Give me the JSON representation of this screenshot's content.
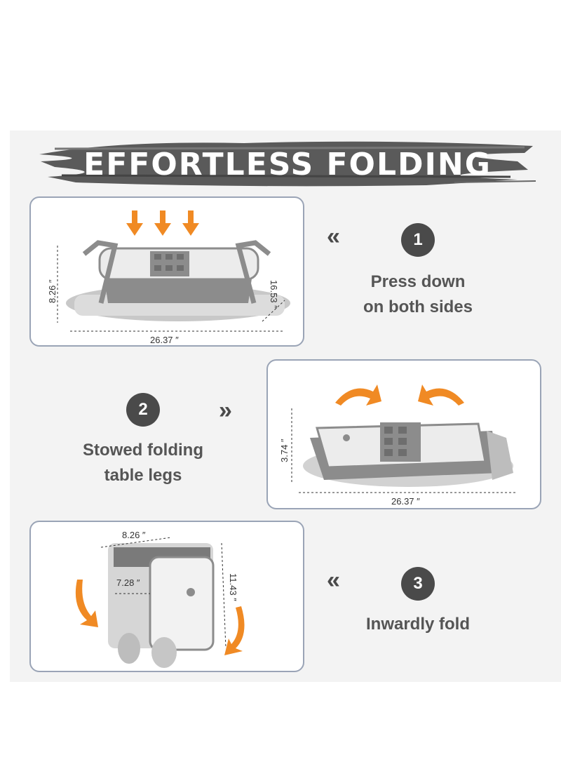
{
  "banner": {
    "title": "EFFORTLESS FOLDING"
  },
  "steps": [
    {
      "number": "1",
      "line1": "Press down",
      "line2": "on both sides",
      "chevron": "«"
    },
    {
      "number": "2",
      "line1": "Stowed folding",
      "line2": "table legs",
      "chevron": "»"
    },
    {
      "number": "3",
      "line1": "Inwardly fold",
      "chevron": "«"
    }
  ],
  "dimensions": {
    "card1": {
      "height": "8.26 ″",
      "width": "26.37 ″",
      "depth": "16.53 ″"
    },
    "card2": {
      "height": "3.74 ″",
      "width": "26.37 ″"
    },
    "card3": {
      "top": "8.26 ″",
      "inner": "7.28 ″",
      "height": "11.43 ″"
    }
  },
  "colors": {
    "accent_arrow": "#f08a24",
    "badge": "#4a4a4a",
    "card_border": "#9aa4b6",
    "product_gray": "#8c8c8c"
  },
  "icons": [
    "arrow-down-icon",
    "curved-arrow-icon",
    "chevron-left-icon",
    "chevron-right-icon"
  ]
}
